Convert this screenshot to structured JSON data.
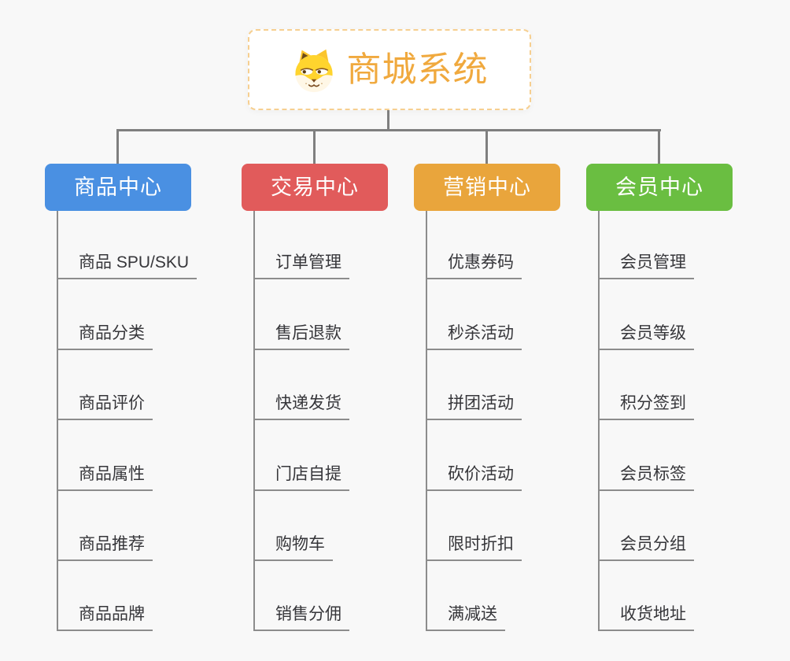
{
  "root": {
    "title": "商城系统",
    "icon": "dog-face-icon",
    "text_color": "#f0a93e",
    "border_color": "#f6cf90"
  },
  "colors": {
    "background": "#f8f8f8",
    "connector": "#7f7f7f",
    "underline": "#8c8c8c",
    "item_text": "#36363a"
  },
  "branches": [
    {
      "label": "商品中心",
      "color": "#4a90e2",
      "items": [
        "商品 SPU/SKU",
        "商品分类",
        "商品评价",
        "商品属性",
        "商品推荐",
        "商品品牌"
      ]
    },
    {
      "label": "交易中心",
      "color": "#e15b5b",
      "items": [
        "订单管理",
        "售后退款",
        "快递发货",
        "门店自提",
        "购物车",
        "销售分佣"
      ]
    },
    {
      "label": "营销中心",
      "color": "#e9a53c",
      "items": [
        "优惠券码",
        "秒杀活动",
        "拼团活动",
        "砍价活动",
        "限时折扣",
        "满减送"
      ]
    },
    {
      "label": "会员中心",
      "color": "#6abe41",
      "items": [
        "会员管理",
        "会员等级",
        "积分签到",
        "会员标签",
        "会员分组",
        "收货地址"
      ]
    }
  ]
}
